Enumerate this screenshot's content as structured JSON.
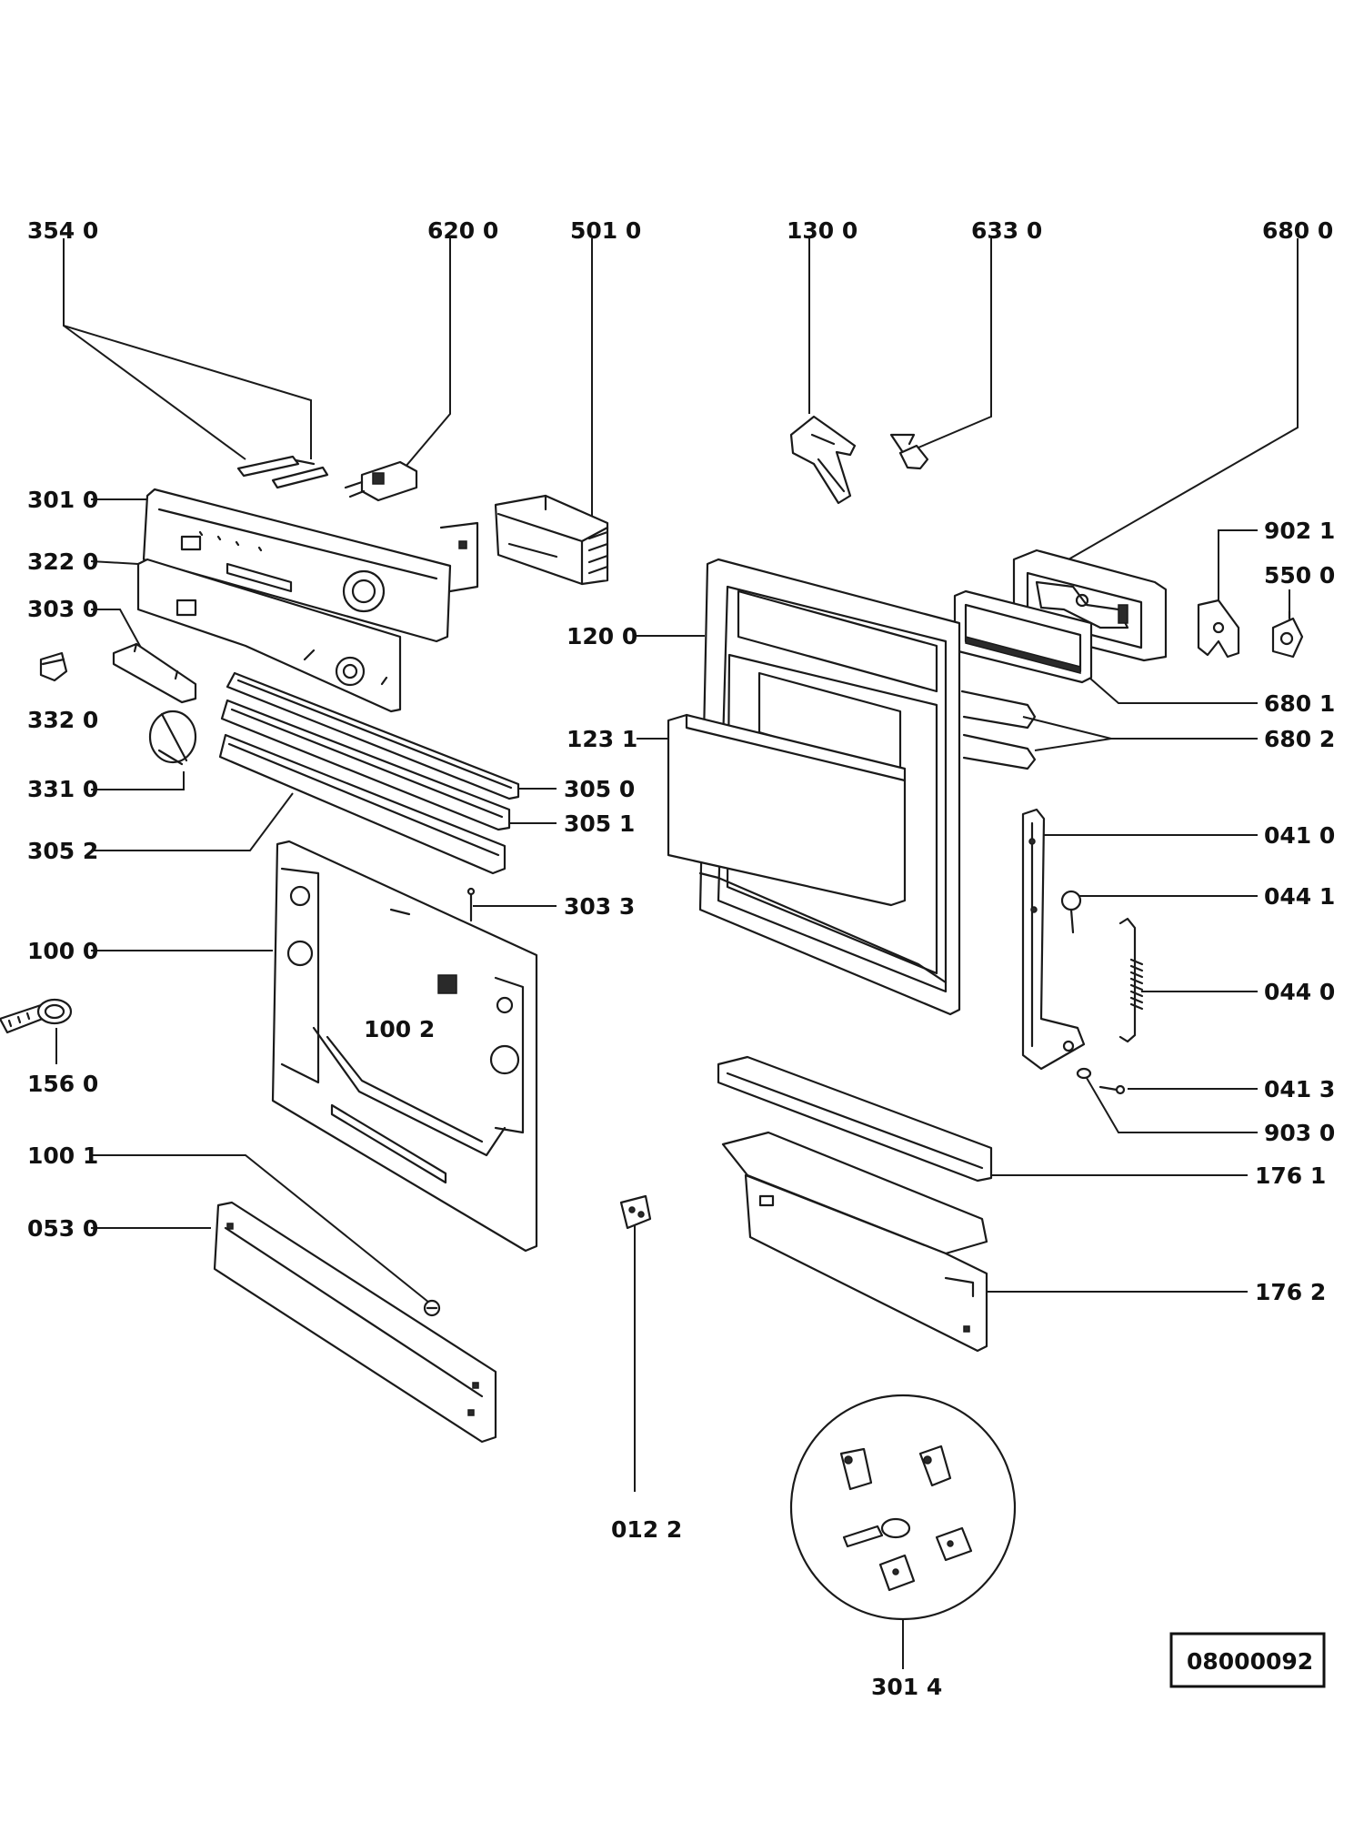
{
  "diagram": {
    "reference_code": "08000092",
    "labels": [
      {
        "id": "354-0",
        "text": "354 0"
      },
      {
        "id": "620-0",
        "text": "620 0"
      },
      {
        "id": "501-0",
        "text": "501 0"
      },
      {
        "id": "130-0",
        "text": "130 0"
      },
      {
        "id": "633-0",
        "text": "633 0"
      },
      {
        "id": "680-0",
        "text": "680 0"
      },
      {
        "id": "301-0",
        "text": "301 0"
      },
      {
        "id": "322-0",
        "text": "322 0"
      },
      {
        "id": "303-0",
        "text": "303 0"
      },
      {
        "id": "332-0",
        "text": "332 0"
      },
      {
        "id": "331-0",
        "text": "331 0"
      },
      {
        "id": "305-0",
        "text": "305 0"
      },
      {
        "id": "305-1",
        "text": "305 1"
      },
      {
        "id": "305-2",
        "text": "305 2"
      },
      {
        "id": "303-3",
        "text": "303 3"
      },
      {
        "id": "100-0",
        "text": "100 0"
      },
      {
        "id": "100-2",
        "text": "100 2"
      },
      {
        "id": "156-0",
        "text": "156 0"
      },
      {
        "id": "100-1",
        "text": "100 1"
      },
      {
        "id": "053-0",
        "text": "053 0"
      },
      {
        "id": "012-2",
        "text": "012 2"
      },
      {
        "id": "120-0",
        "text": "120 0"
      },
      {
        "id": "123-1",
        "text": "123 1"
      },
      {
        "id": "902-1",
        "text": "902 1"
      },
      {
        "id": "550-0",
        "text": "550 0"
      },
      {
        "id": "680-1",
        "text": "680 1"
      },
      {
        "id": "680-2",
        "text": "680 2"
      },
      {
        "id": "041-0",
        "text": "041 0"
      },
      {
        "id": "044-1",
        "text": "044 1"
      },
      {
        "id": "044-0",
        "text": "044 0"
      },
      {
        "id": "041-3",
        "text": "041 3"
      },
      {
        "id": "903-0",
        "text": "903 0"
      },
      {
        "id": "176-1",
        "text": "176 1"
      },
      {
        "id": "176-2",
        "text": "176 2"
      },
      {
        "id": "301-4",
        "text": "301 4"
      }
    ]
  }
}
